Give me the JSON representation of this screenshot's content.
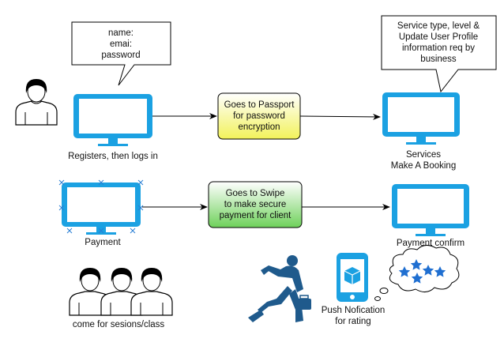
{
  "callouts": {
    "credentials": [
      "name:",
      "emai:",
      "password"
    ],
    "service_info": [
      "Service type, level &",
      "Update User Profile",
      "information req by",
      "business"
    ]
  },
  "monitors": {
    "register_label": "Registers, then logs in",
    "services_label": [
      "Services",
      "Make A Booking"
    ],
    "payment_label": "Payment",
    "payment_confirm_label": "Payment confirm"
  },
  "process_boxes": {
    "passport": [
      "Goes to Passport",
      "for password",
      "encryption"
    ],
    "swipe": [
      "Goes to Swipe",
      "to make secure",
      "payment for client"
    ]
  },
  "group_label": "come for sesions/class",
  "push_label": [
    "Push Nofication",
    "for rating"
  ],
  "colors": {
    "monitor": "#1ba1e2",
    "passport_top": "#ffffff",
    "passport_bottom": "#f2f25a",
    "swipe_top": "#ffffff",
    "swipe_bottom": "#6ed15a",
    "runner": "#1f5a8c",
    "stars": "#1f6fd1"
  }
}
